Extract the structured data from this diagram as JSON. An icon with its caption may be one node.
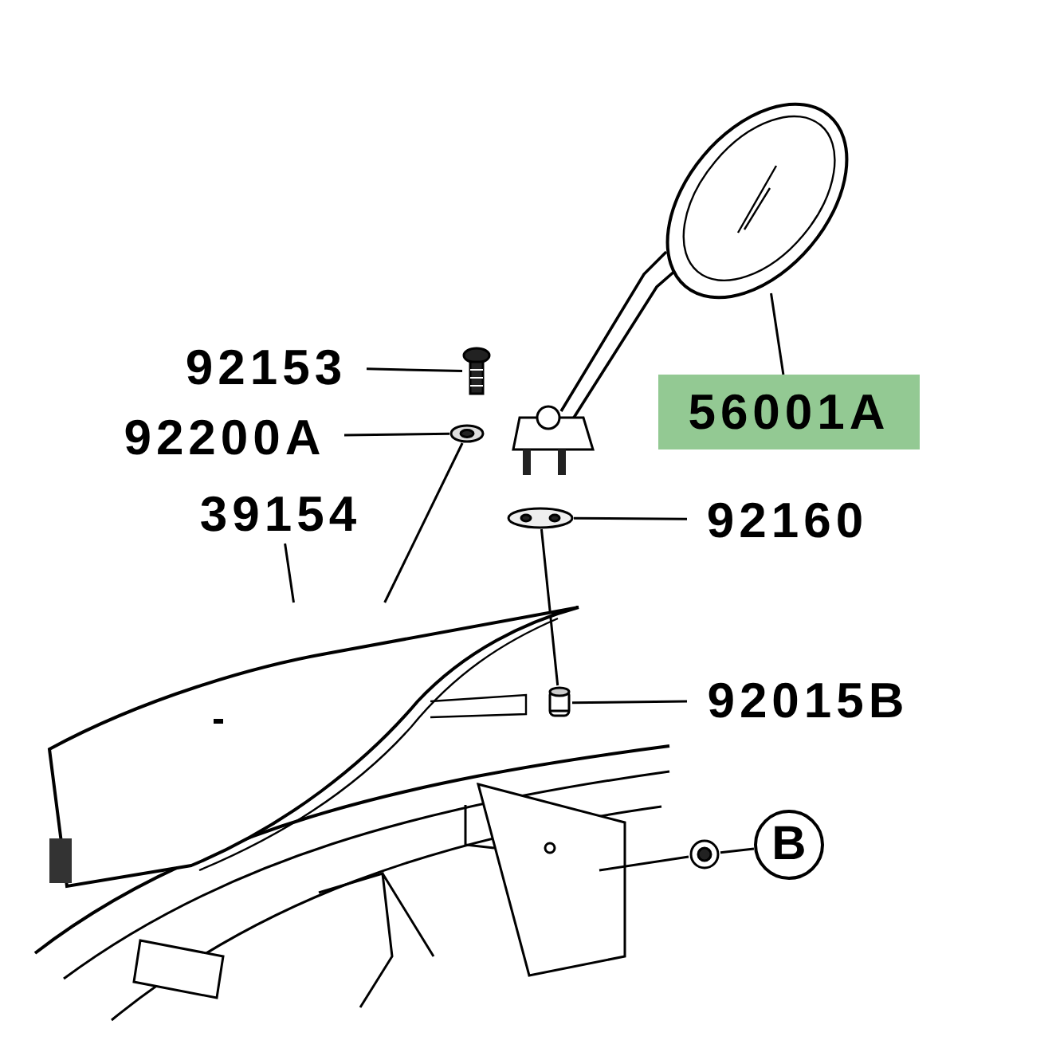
{
  "diagram": {
    "nodes": [
      {
        "text": [
          "92153"
        ]
      },
      {
        "text": [],
        "shape": "picture"
      },
      {
        "text": [
          "92200A"
        ]
      },
      {
        "text": [],
        "shape": "picture"
      },
      {
        "text": [
          "39154"
        ]
      },
      {
        "text": [],
        "shape": "picture"
      },
      {
        "text": [
          "56001A"
        ]
      },
      {
        "text": [],
        "shape": "picture"
      },
      {
        "text": [
          "92160"
        ]
      },
      {
        "text": [],
        "shape": "picture"
      },
      {
        "text": [
          "92015B"
        ]
      },
      {
        "text": [],
        "shape": "picture"
      },
      {
        "text": [
          "B"
        ]
      },
      {
        "text": [],
        "shape": "picture"
      }
    ],
    "edges": [
      {
        "from": 0,
        "to": 1,
        "arrow": "none"
      },
      {
        "from": 2,
        "to": 3,
        "arrow": "none"
      },
      {
        "from": 3,
        "to": 5,
        "arrow": "none"
      },
      {
        "from": 4,
        "to": 5,
        "arrow": "none"
      },
      {
        "from": 6,
        "to": 7,
        "arrow": "none"
      },
      {
        "from": 8,
        "to": 9,
        "arrow": "none"
      },
      {
        "from": 9,
        "to": 11,
        "arrow": "none"
      },
      {
        "from": 10,
        "to": 11,
        "arrow": "none"
      },
      {
        "from": 12,
        "to": 13,
        "arrow": "none"
      },
      {
        "from": 13,
        "to": null,
        "arrow": "none"
      }
    ]
  }
}
